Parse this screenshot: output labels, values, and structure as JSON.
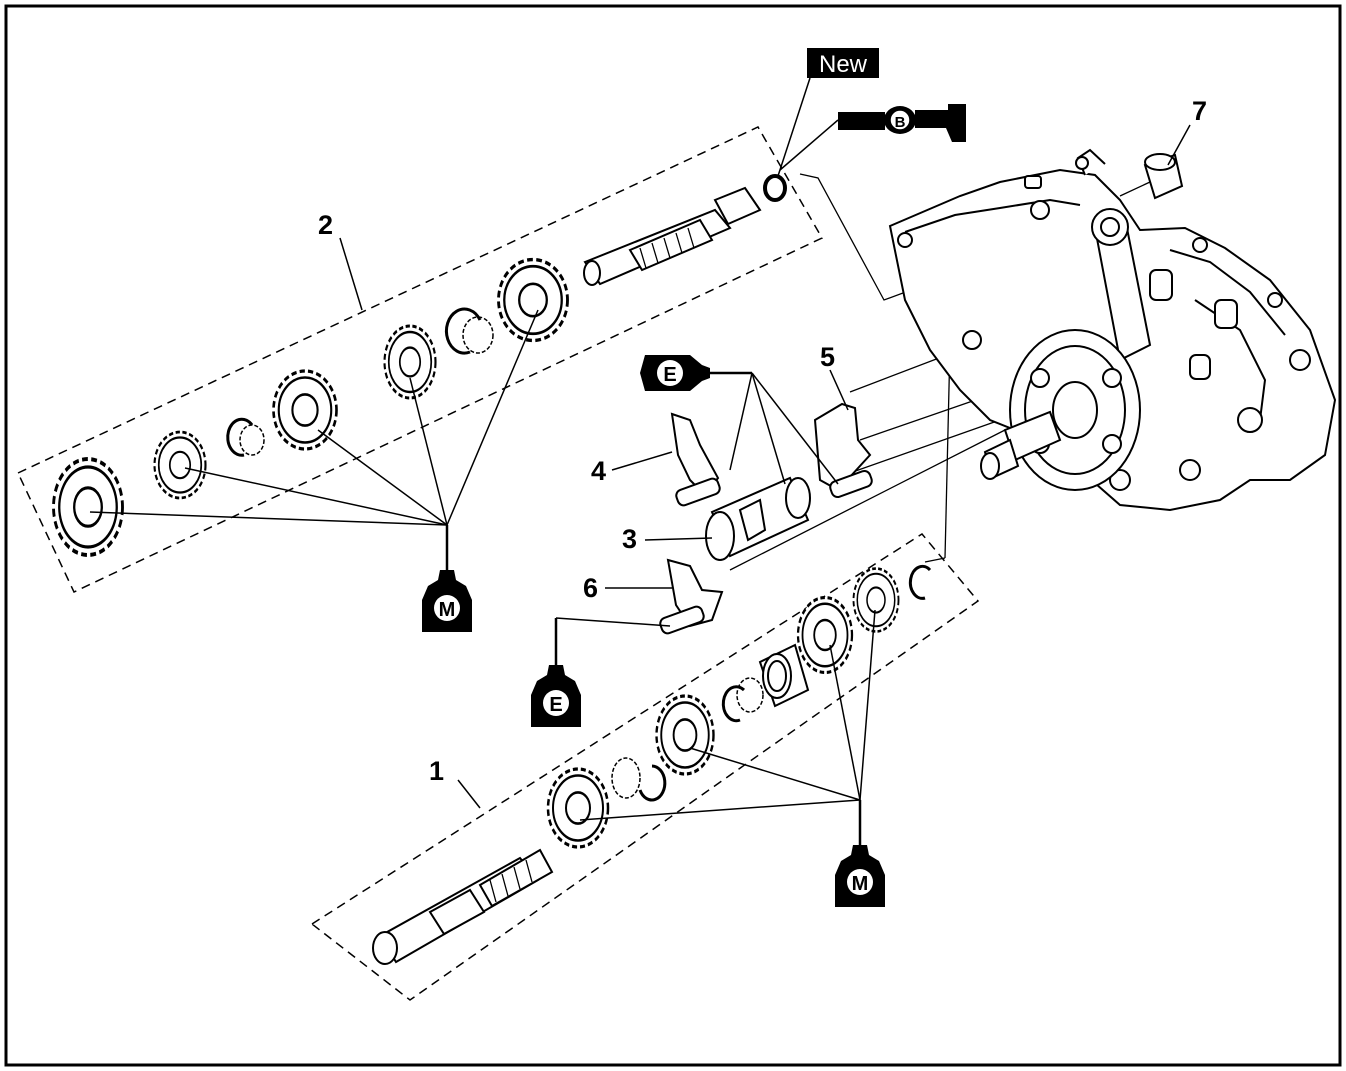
{
  "new_badge": "New",
  "callouts": {
    "shaft_1": "1",
    "shaft_2": "2",
    "drum_3": "3",
    "fork_4": "4",
    "fork_5": "5",
    "fork_6": "6",
    "bearing_7": "7"
  },
  "lubricant_symbols": {
    "moly_upper": "M",
    "moly_lower": "M",
    "engine_oil_upper": "E",
    "engine_oil_lower": "E",
    "grease": "B"
  }
}
